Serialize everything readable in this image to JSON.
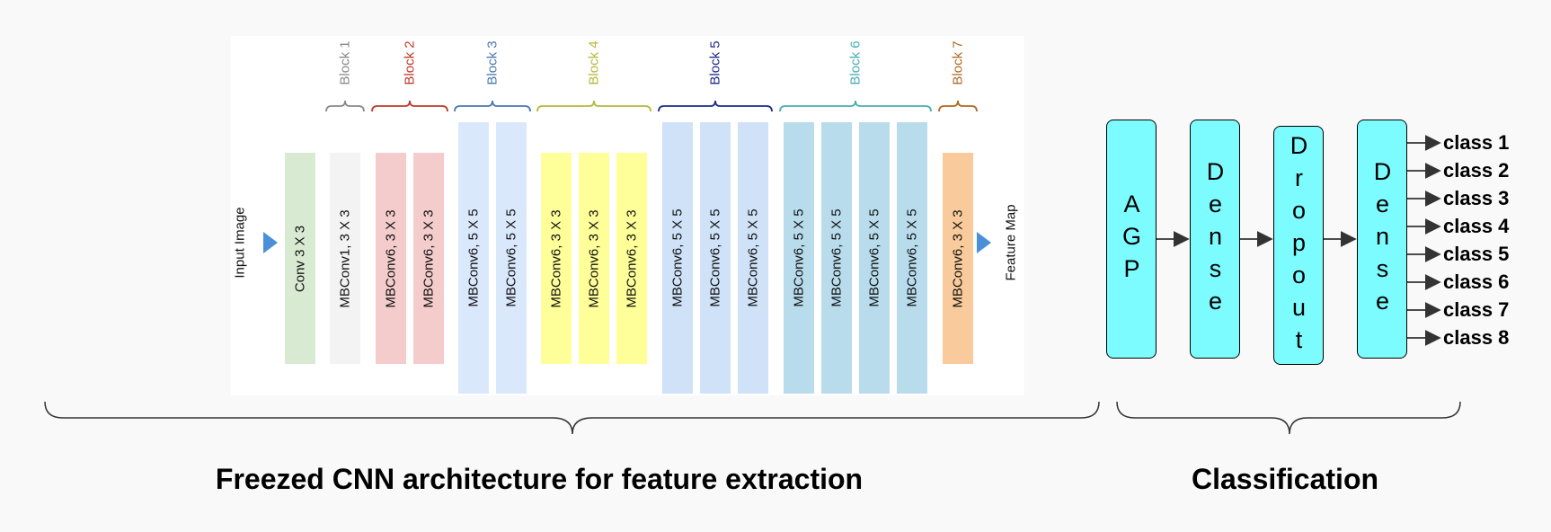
{
  "input_label": "Input Image",
  "output_label": "Feature Map",
  "blocks": [
    {
      "label": "Block 1",
      "color": "#8a8a8a"
    },
    {
      "label": "Block 2",
      "color": "#c0392b"
    },
    {
      "label": "Block 3",
      "color": "#4a78b0"
    },
    {
      "label": "Block 4",
      "color": "#b7b83a"
    },
    {
      "label": "Block 5",
      "color": "#1f2a8a"
    },
    {
      "label": "Block 6",
      "color": "#4aaeb5"
    },
    {
      "label": "Block 7",
      "color": "#b06a25"
    }
  ],
  "layers": [
    {
      "label": "Conv 3 X 3",
      "color": "#d9ead3"
    },
    {
      "label": "MBConv1, 3 X 3",
      "color": "#f3f3f3"
    },
    {
      "label": "MBConv6, 3 X 3",
      "color": "#f4cccc"
    },
    {
      "label": "MBConv6, 3 X 3",
      "color": "#f4cccc"
    },
    {
      "label": "MBConv6, 5 X 5",
      "color": "#dae8fc"
    },
    {
      "label": "MBConv6, 5 X 5",
      "color": "#dae8fc"
    },
    {
      "label": "MBConv6, 3 X 3",
      "color": "#ffff99"
    },
    {
      "label": "MBConv6, 3 X 3",
      "color": "#ffff99"
    },
    {
      "label": "MBConv6, 3 X 3",
      "color": "#ffff99"
    },
    {
      "label": "MBConv6, 5 X 5",
      "color": "#cfe2f8"
    },
    {
      "label": "MBConv6, 5 X 5",
      "color": "#cfe2f8"
    },
    {
      "label": "MBConv6, 5 X 5",
      "color": "#cfe2f8"
    },
    {
      "label": "MBConv6, 5 X 5",
      "color": "#b8dcec"
    },
    {
      "label": "MBConv6, 5 X 5",
      "color": "#b8dcec"
    },
    {
      "label": "MBConv6, 5 X 5",
      "color": "#b8dcec"
    },
    {
      "label": "MBConv6, 5 X 5",
      "color": "#b8dcec"
    },
    {
      "label": "MBConv6, 3 X 3",
      "color": "#f9cb9c"
    }
  ],
  "classifier": [
    "AGP",
    "Dense",
    "Dropout",
    "Dense"
  ],
  "classifier_color": "#7dfcff",
  "classes": [
    "class 1",
    "class 2",
    "class 3",
    "class 4",
    "class 5",
    "class 6",
    "class 7",
    "class 8"
  ],
  "captions": {
    "cnn": "Freezed CNN architecture for feature extraction",
    "classification": "Classification"
  },
  "arrow_color": "#4a90d9"
}
